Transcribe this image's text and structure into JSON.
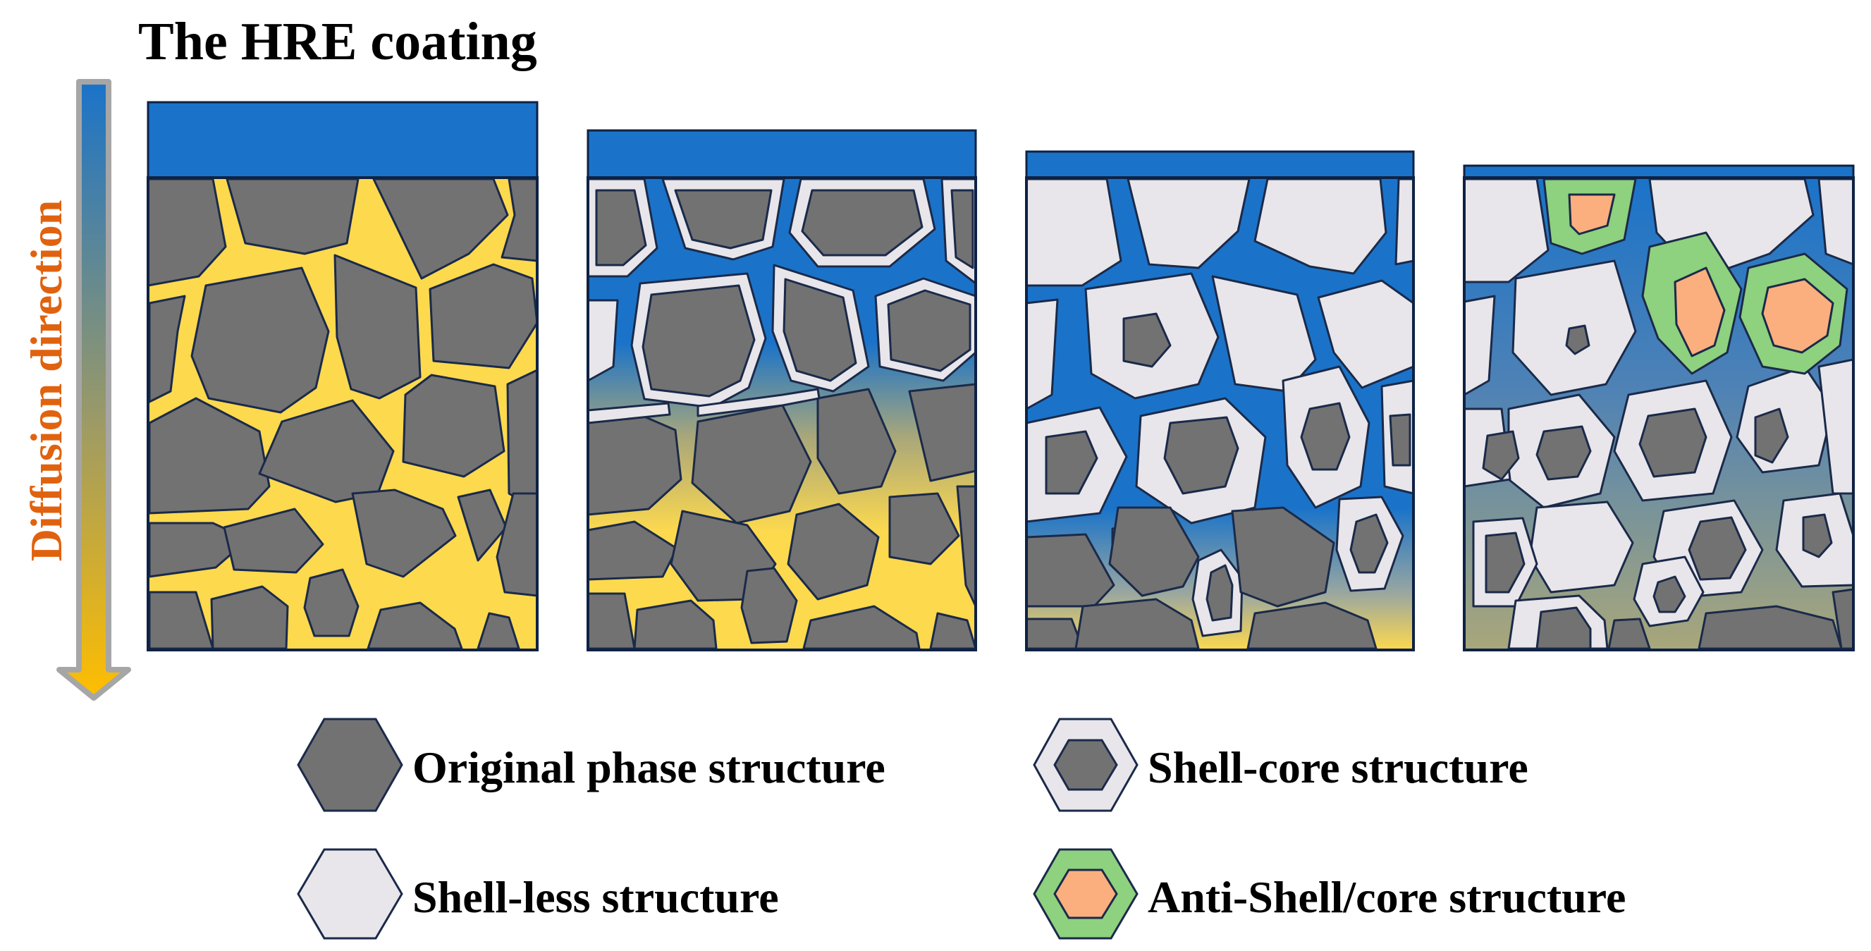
{
  "figure": {
    "title": "The HRE coating",
    "axis_label": "Diffusion direction"
  },
  "colors": {
    "coating": "#1A73C9",
    "grain_original": "#727272",
    "grain_outline": "#1B2A4A",
    "boundary_yellow": "#FDD94E",
    "shell": "#E8E6EA",
    "anti_shell": "#8ED17E",
    "anti_core": "#FBAF7E",
    "axis_text": "#E0620F",
    "arrow_top": "#1A73C9",
    "arrow_bottom": "#FFBE00"
  },
  "panels": [
    {
      "stage": 1,
      "coating": "thick",
      "grains": "original"
    },
    {
      "stage": 2,
      "coating": "medium",
      "grains": "shell-core"
    },
    {
      "stage": 3,
      "coating": "thin",
      "grains": "shell-less and shell-core"
    },
    {
      "stage": 4,
      "coating": "thinnest",
      "grains": "anti-shell/core"
    }
  ],
  "legend": [
    {
      "key": "original",
      "label": "Original phase structure"
    },
    {
      "key": "shell_core",
      "label": "Shell-core structure"
    },
    {
      "key": "shell_less",
      "label": "Shell-less structure"
    },
    {
      "key": "anti_shell",
      "label": "Anti-Shell/core structure"
    }
  ]
}
